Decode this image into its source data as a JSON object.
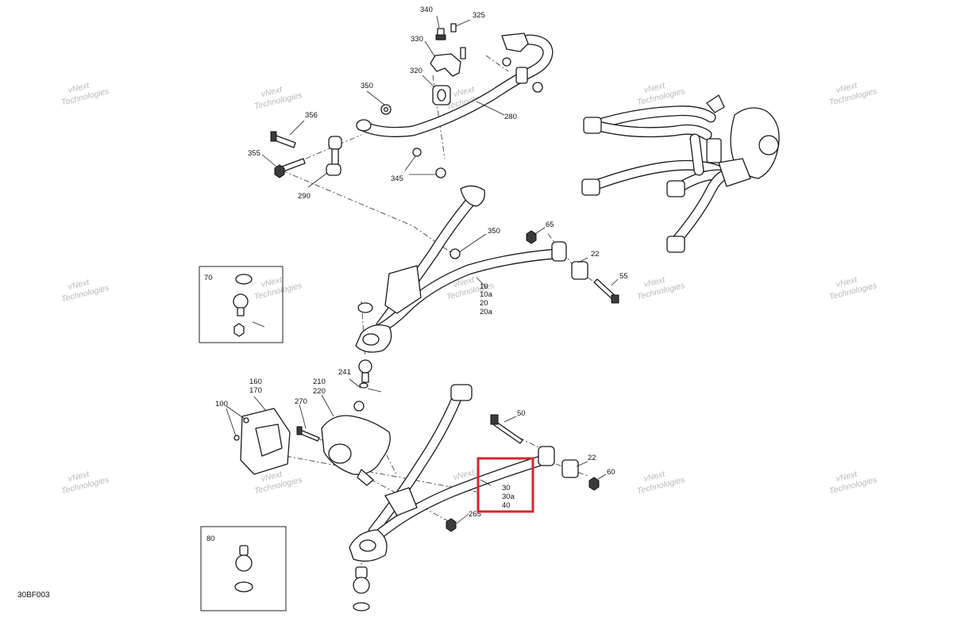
{
  "diagram_code": "30BF003",
  "watermark_text": [
    "vNext",
    "Technologies"
  ],
  "part_labels": {
    "p340": "340",
    "p325": "325",
    "p330": "330",
    "p320": "320",
    "p350a": "350",
    "p280": "280",
    "p356": "356",
    "p355": "355",
    "p290": "290",
    "p345": "345",
    "p350b": "350",
    "p65": "65",
    "p22a": "22",
    "p55": "55",
    "p70": "70",
    "p10": "10",
    "p10a": "10a",
    "p20": "20",
    "p20a": "20a",
    "p241": "241",
    "p160": "160",
    "p170": "170",
    "p210": "210",
    "p220": "220",
    "p270": "270",
    "p100": "100",
    "p50": "50",
    "p22b": "22",
    "p60": "60",
    "p30": "30",
    "p30a": "30a",
    "p40": "40",
    "p265": "265",
    "p80": "80"
  },
  "highlight_color": "#d6262c"
}
